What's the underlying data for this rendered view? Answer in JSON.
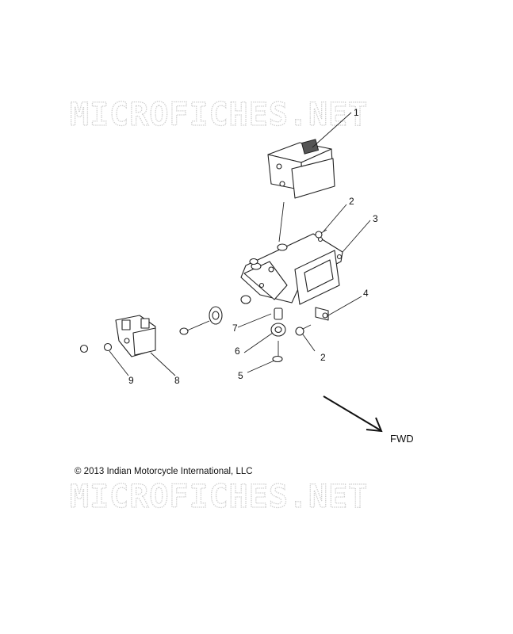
{
  "watermark": {
    "top": "MICROFICHES.NET",
    "bottom": "MICROFICHES.NET"
  },
  "copyright": "© 2013 Indian Motorcycle International, LLC",
  "direction_label": "FWD",
  "callouts": {
    "c1": "1",
    "c2a": "2",
    "c3": "3",
    "c4": "4",
    "c7": "7",
    "c6": "6",
    "c2b": "2",
    "c5": "5",
    "c9": "9",
    "c8": "8"
  }
}
